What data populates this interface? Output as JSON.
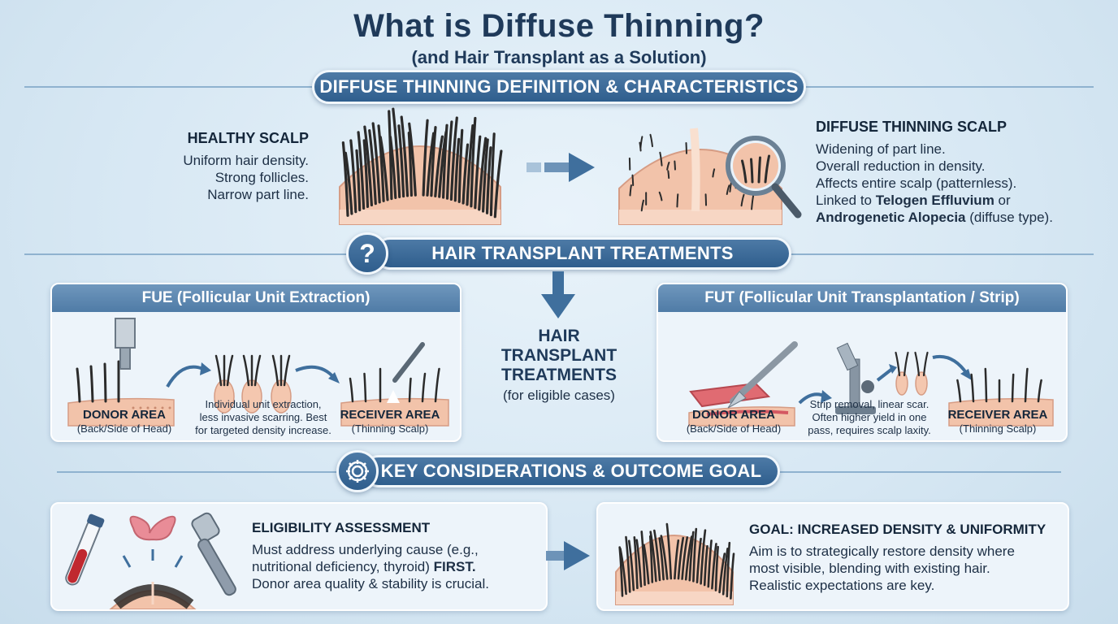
{
  "header": {
    "title": "What is Diffuse Thinning?",
    "subtitle": "(and Hair Transplant as a Solution)"
  },
  "section1": {
    "banner": "DIFFUSE THINNING DEFINITION & CHARACTERISTICS",
    "healthy": {
      "heading": "HEALTHY SCALP",
      "lines": [
        "Uniform hair density.",
        "Strong follicles.",
        "Narrow part line."
      ]
    },
    "diffuse": {
      "heading": "DIFFUSE THINNING SCALP",
      "lines": [
        "Widening of part line.",
        "Overall reduction in density.",
        "Affects entire scalp (patternless)."
      ],
      "line4_prefix": "Linked to ",
      "line4_bold": "Telogen Effluvium",
      "line4_suffix": " or",
      "line5_bold": "Androgenetic Alopecia",
      "line5_suffix": " (diffuse type)."
    }
  },
  "section2": {
    "banner": "HAIR TRANSPLANT TREATMENTS",
    "icon": "question-icon",
    "center": {
      "lines": [
        "HAIR",
        "TRANSPLANT",
        "TREATMENTS"
      ],
      "note": "(for eligible cases)"
    },
    "fue": {
      "title": "FUE (Follicular Unit Extraction)",
      "donor_label": "DONOR AREA",
      "donor_sub": "(Back/Side of Head)",
      "desc": [
        "Individual unit extraction,",
        "less invasive scarring. Best",
        "for targeted density increase."
      ],
      "receiver_label": "RECEIVER AREA",
      "receiver_sub": "(Thinning Scalp)"
    },
    "fut": {
      "title": "FUT (Follicular Unit Transplantation / Strip)",
      "donor_label": "DONOR AREA",
      "donor_sub": "(Back/Side of Head)",
      "desc": [
        "Strip removal, linear scar.",
        "Often higher yield in one",
        "pass, requires scalp laxity."
      ],
      "receiver_label": "RECEIVER AREA",
      "receiver_sub": "(Thinning Scalp)"
    }
  },
  "section3": {
    "banner": "KEY CONSIDERATIONS & OUTCOME GOAL",
    "icon": "gear-icon",
    "eligibility": {
      "heading": "ELIGIBILITY ASSESSMENT",
      "line1": "Must address underlying cause (e.g.,",
      "line2_prefix": "nutritional deficiency, thyroid) ",
      "line2_bold": "FIRST.",
      "line3": "Donor area quality & stability is crucial."
    },
    "goal": {
      "heading": "GOAL: INCREASED DENSITY & UNIFORMITY",
      "lines": [
        "Aim is to strategically restore density where",
        "most visible, blending with existing hair.",
        "Realistic expectations are key."
      ]
    }
  },
  "colors": {
    "accent": "#2f5e8d",
    "scalp": "#f2c3aa",
    "hair": "#2b2b2b",
    "arrow": "#3f6f9d"
  }
}
